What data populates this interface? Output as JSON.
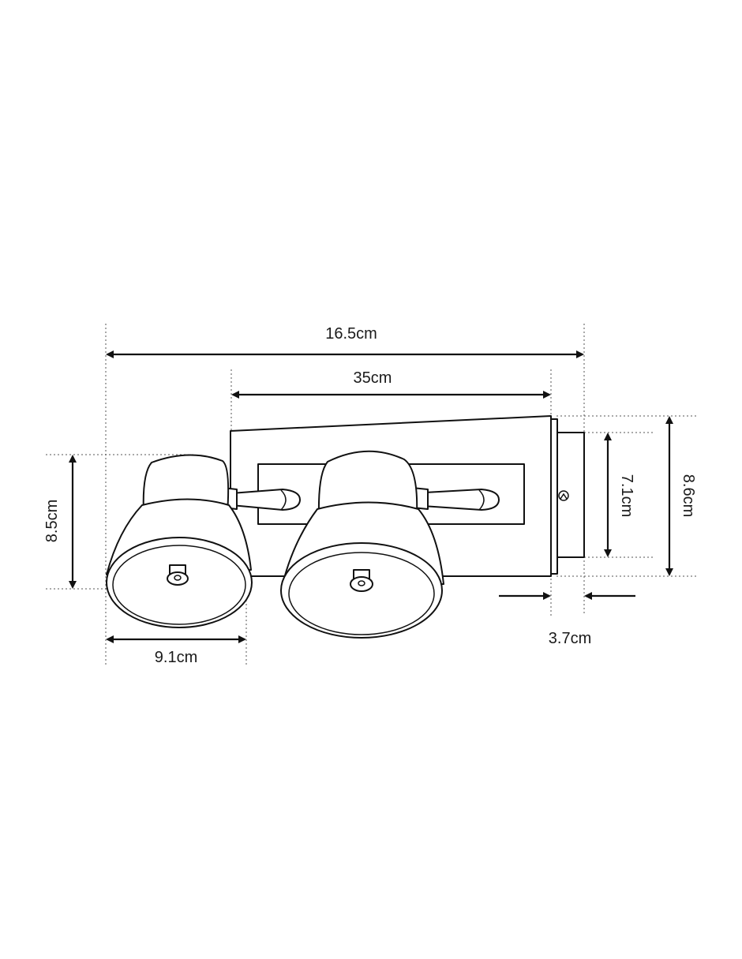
{
  "diagram": {
    "dimensions": {
      "overall_width": "16.5cm",
      "plate_width": "35cm",
      "shade_height": "8.5cm",
      "shade_width": "9.1cm",
      "plate_height": "8.6cm",
      "base_height": "7.1cm",
      "depth": "3.7cm"
    }
  }
}
